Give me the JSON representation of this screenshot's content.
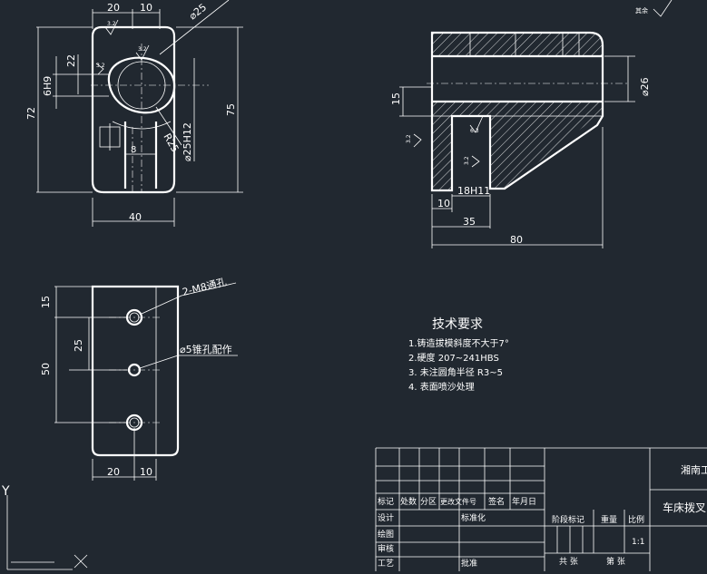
{
  "colors": {
    "background": "#212830",
    "line": "#ffffff"
  },
  "view_front": {
    "dims": {
      "top_left": "20",
      "top_right": "10",
      "diameter_angle": "⌀25",
      "hole": "22",
      "slot": "6H9",
      "height": "72",
      "right_height": "75",
      "bore": "⌀25H12",
      "radius": "R25",
      "center_w": "8",
      "width": "40"
    },
    "roughness": {
      "r1": "3.2",
      "r2": "3.2",
      "r3": "3.2"
    }
  },
  "view_side": {
    "dims": {
      "left_h": "15",
      "bore": "⌀26",
      "base_w": "10",
      "slot": "18H11",
      "mid_w": "35",
      "total_w": "80"
    },
    "roughness": {
      "r1": "3.2",
      "r2": "6.3",
      "r3": "3.2",
      "other": "其余"
    }
  },
  "view_top": {
    "dims": {
      "top": "15",
      "mid": "25",
      "left": "50",
      "bottom_l": "20",
      "bottom_r": "10"
    },
    "callouts": {
      "threaded": "2-M8通孔",
      "pin": "⌀5锥孔配作"
    }
  },
  "tech_req": {
    "title": "技术要求",
    "items": [
      "1.铸造拔模斜度不大于7°",
      "2.硬度 207~241HBS",
      "3. 未注圆角半径 R3~5",
      "4. 表面喷沙处理"
    ]
  },
  "title_block": {
    "company": "湘南工学",
    "part_name": "车床拨叉",
    "headers": [
      "标记",
      "处数",
      "分区",
      "更改文件号",
      "签名",
      "年月日"
    ],
    "rows": [
      "设计",
      "标准化",
      "绘图",
      "审核",
      "工艺",
      "批准"
    ],
    "stage_mark": "阶段标记",
    "weight": "重量",
    "scale": "比例",
    "scale_value": "1:1",
    "total": "共 张",
    "sheet": "第 张"
  },
  "ucs": {
    "y": "Y"
  }
}
